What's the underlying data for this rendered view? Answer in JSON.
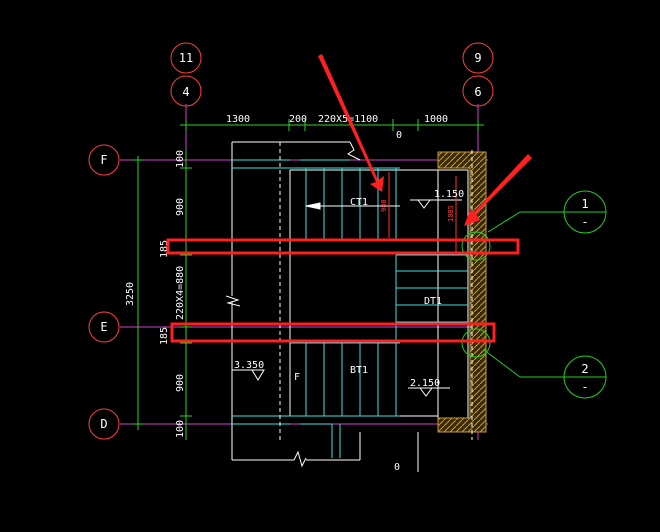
{
  "axis_bubbles": {
    "top_left_upper": "11",
    "top_left_lower": "4",
    "top_right_upper": "9",
    "top_right_lower": "6",
    "left_F": "F",
    "left_E": "E",
    "left_D": "D",
    "section_1_num": "1",
    "section_1_sub": "-",
    "section_2_num": "2",
    "section_2_sub": "-"
  },
  "top_dimensions": {
    "d1": "1300",
    "d2": "200",
    "d3": "220X5=1100",
    "d4": "0",
    "d5": "1000"
  },
  "left_dimensions": {
    "total": "3250",
    "v_top": "100",
    "v_900a": "900",
    "v_185a": "185",
    "v_steps": "220X4=880",
    "v_185b": "185",
    "v_900b": "900",
    "v_bottom": "100"
  },
  "plan_labels": {
    "ct1": "CT1",
    "dt1": "DT1",
    "bt1": "BT1",
    "elev_top": "1.150",
    "elev_left": "3.350",
    "elev_bottom": "2.150",
    "beam_dim_a": "980",
    "beam_dim_b": "1085",
    "mark_f": "F",
    "bottom_zero": "0"
  },
  "colors": {
    "background": "#000000",
    "line": "#ffffff",
    "grid": "#ff00ff",
    "dimension": "#00ff00",
    "bubble": "#ff3333",
    "stair": "#00ffff",
    "highlight": "#ff2020",
    "section_bubble": "#00dd00",
    "wall_hatch": "#b8860b"
  }
}
